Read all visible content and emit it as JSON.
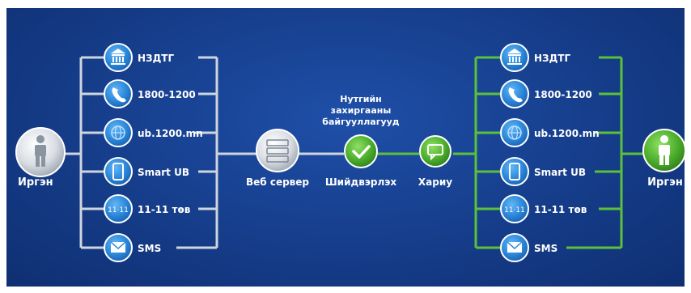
{
  "left_citizen": "Иргэн",
  "right_citizen": "Иргэн",
  "channels": [
    "НЗДТГ",
    "1800-1200",
    "ub.1200.mn",
    "Smart UB",
    "11-11 төв",
    "SMS"
  ],
  "right_channels": [
    "НЗДТГ",
    "1800-1200",
    "ub.1200.mn",
    "Smart UB",
    "11-11 төв",
    "SMS"
  ],
  "web_server": "Веб сервер",
  "org_label": [
    "Нутгийн",
    "захиргааны",
    "байгууллагууд"
  ],
  "decision": "Шийдвэрлэх",
  "response": "Хариу",
  "colors": {
    "bg": "#17408f",
    "line_gray": "#cfd5dd",
    "line_green": "#5cc13a",
    "icon_blue": "#2a86d8",
    "node_green": "#4cae2c"
  },
  "channel_icons": [
    "bank-icon",
    "phone-icon",
    "globe-icon",
    "mobile-icon",
    "call-center-icon",
    "mail-icon"
  ]
}
